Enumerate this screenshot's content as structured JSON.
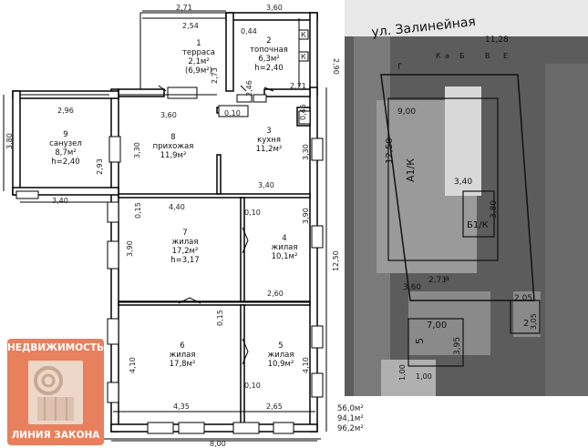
{
  "rooms": [
    {
      "num": "1",
      "name": "терраса",
      "area": "2,1м²",
      "extra": "(6,9м²)"
    },
    {
      "num": "2",
      "name": "топочная",
      "area": "6,3м²",
      "height": "h=2,40"
    },
    {
      "num": "3",
      "name": "кухня",
      "area": "11,2м²"
    },
    {
      "num": "4",
      "name": "жилая",
      "area": "10,1м²"
    },
    {
      "num": "5",
      "name": "жилая",
      "area": "10,9м²"
    },
    {
      "num": "6",
      "name": "жилая",
      "area": "17,8м²"
    },
    {
      "num": "7",
      "name": "жилая",
      "area": "17,2м²",
      "height": "h=3,17"
    },
    {
      "num": "8",
      "name": "прихожая",
      "area": "11,9м²"
    },
    {
      "num": "9",
      "name": "санузел",
      "area": "8,7м²",
      "height": "h=2,40"
    }
  ],
  "dims": [
    "2,71",
    "3,60",
    "2,54",
    "0,44",
    "2,90",
    "2,73",
    "2,46",
    "2,71",
    "2,96",
    "3,60",
    "0,10",
    "0,45",
    "3,80",
    "3,30",
    "3,30",
    "2,93",
    "3,40",
    "3,40",
    "0,15",
    "4,40",
    "0,10",
    "3,90",
    "3,90",
    "12,50",
    "2,60",
    "0,15",
    "4,10",
    "4,10",
    "0,10",
    "4,35",
    "2,65",
    "8,00"
  ],
  "totals": [
    "56,0м²",
    "94,1м²",
    "96,2м²"
  ],
  "photo": {
    "street": "ул. Залинейная",
    "labels": [
      "11,28",
      "9,00",
      "12,50",
      "А1/К",
      "3,40",
      "Б1/К",
      "3,80",
      "3,60",
      "2,71",
      "7,00",
      "5",
      "3,95",
      "2,05",
      "2",
      "3,05",
      "1,00",
      "1,00"
    ],
    "letters": [
      "Г",
      "Б",
      "В",
      "Е",
      "а",
      "К",
      "a"
    ]
  },
  "logo": {
    "top": "НЕДВИЖИМОСТЬ",
    "bottom": "ЛИНИЯ ЗАКОНА"
  },
  "marks": [
    "К",
    "К"
  ]
}
